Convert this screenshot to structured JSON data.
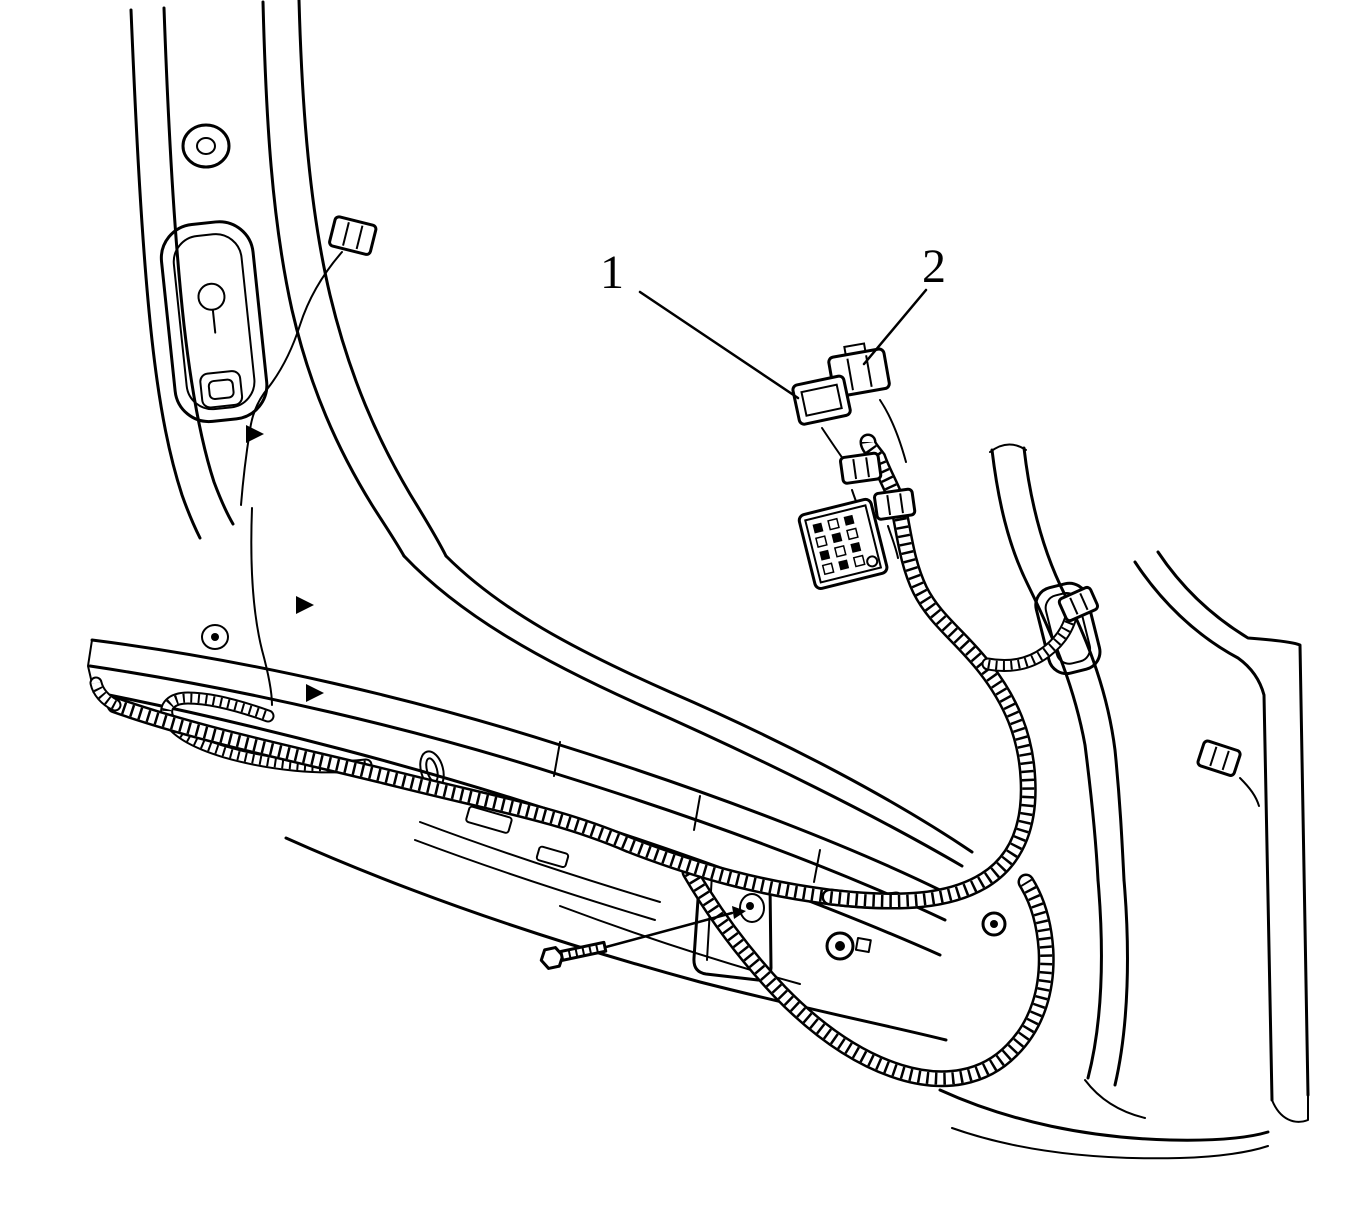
{
  "figure": {
    "description": "Black-and-white service-manual line illustration of a vehicle body side aperture (pillars, door sill and floor) showing the routing of a corrugated body wiring harness with connectors; two numbered callouts identify harness connectors.",
    "background_color": "#ffffff",
    "line_color": "#000000"
  },
  "callouts": [
    {
      "label": "1"
    },
    {
      "label": "2"
    }
  ]
}
